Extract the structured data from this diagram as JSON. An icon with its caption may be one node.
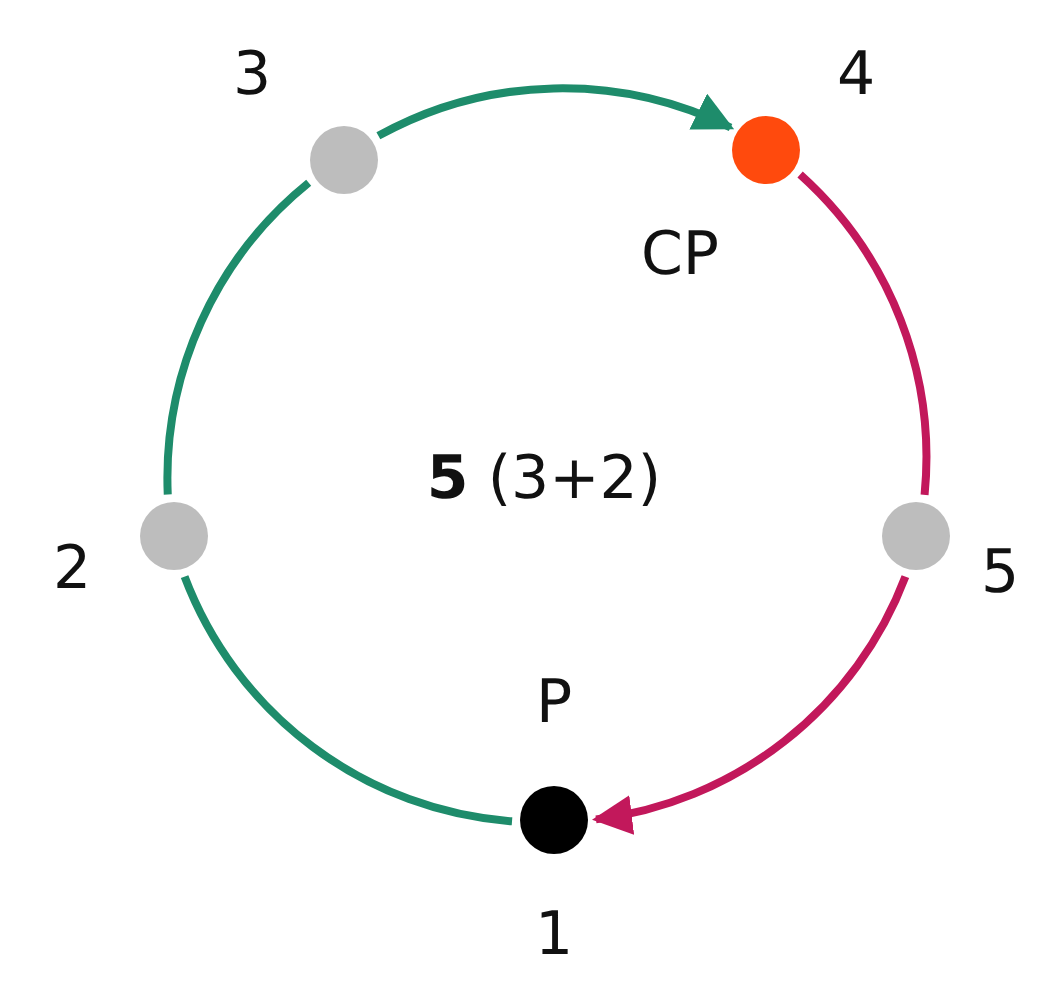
{
  "diagram": {
    "nodes": [
      {
        "text": [],
        "shape": "circle",
        "beside": [
          "P",
          "1"
        ]
      },
      {
        "text": [],
        "shape": "circle",
        "beside": [
          "2"
        ]
      },
      {
        "text": [],
        "shape": "circle",
        "beside": [
          "3"
        ]
      },
      {
        "text": [],
        "shape": "circle",
        "beside": [
          "4",
          "CP"
        ]
      },
      {
        "text": [],
        "shape": "circle",
        "beside": [
          "5"
        ]
      }
    ],
    "edges": [
      {
        "from": 0,
        "to": 1,
        "arrow": "none"
      },
      {
        "from": 1,
        "to": 2,
        "arrow": "none"
      },
      {
        "from": 2,
        "to": 3,
        "arrow": "to"
      },
      {
        "from": 3,
        "to": 4,
        "arrow": "none",
        "color": "#c2185b"
      },
      {
        "from": 4,
        "to": 0,
        "arrow": "to",
        "color": "#c2185b"
      }
    ],
    "labels": [
      "**5** (3+2)"
    ]
  }
}
